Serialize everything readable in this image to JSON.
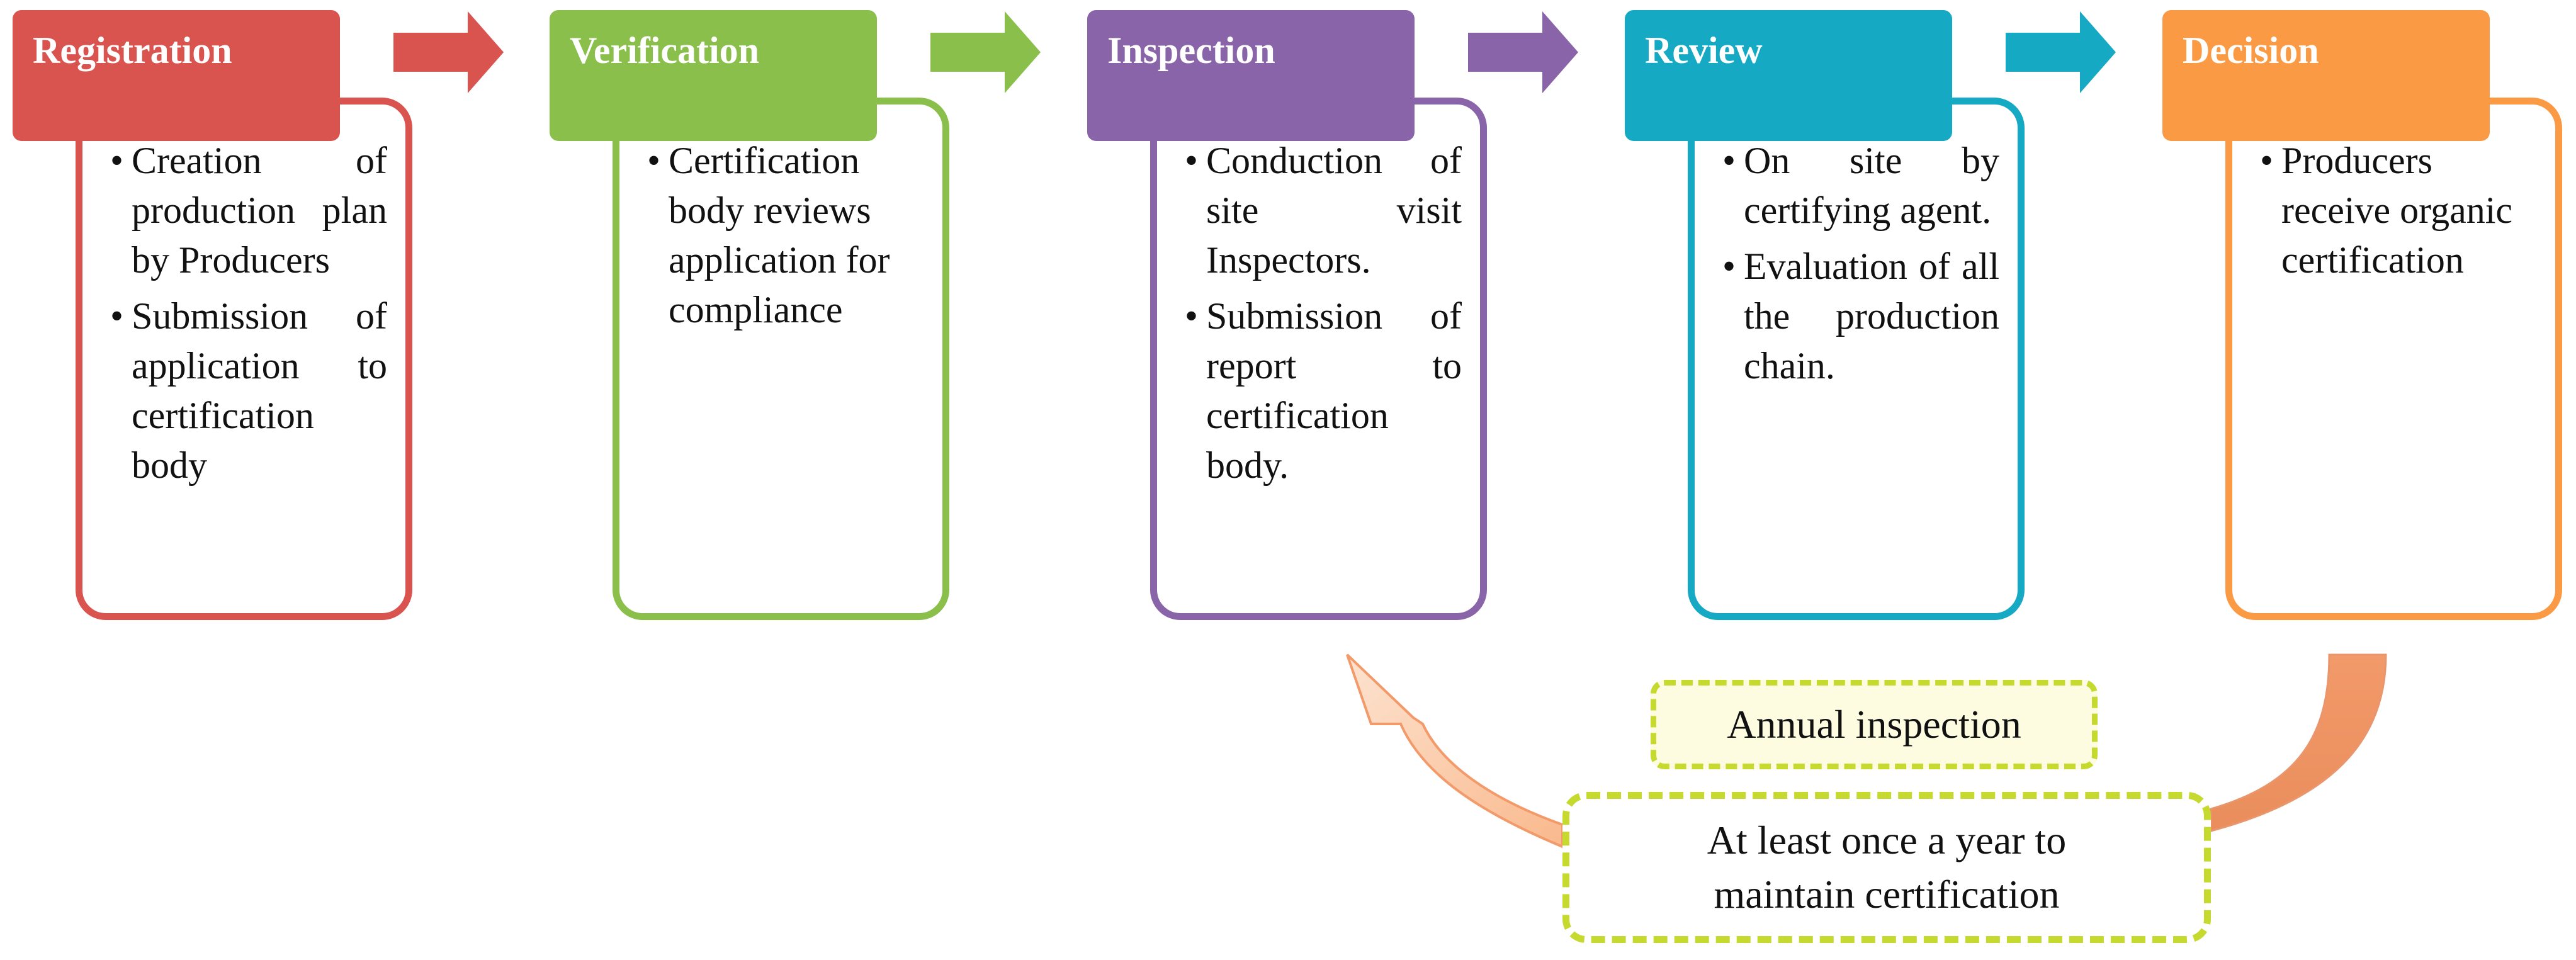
{
  "stages": [
    {
      "header": "Registration",
      "color": "#d9534f",
      "bullets": [
        "Creation of production plan by Producers",
        "Submission of application to certification body"
      ]
    },
    {
      "header": "Verification",
      "color": "#8bbf4b",
      "bullets": [
        "Certification body reviews application for compliance"
      ]
    },
    {
      "header": "Inspection",
      "color": "#8964a8",
      "bullets": [
        "Conduction of site visit Inspectors.",
        "Submission of report to certification body."
      ]
    },
    {
      "header": "Review",
      "color": "#15a9c4",
      "bullets": [
        "On site by certifying agent.",
        "Evaluation of all the production chain."
      ]
    },
    {
      "header": "Decision",
      "color": "#fb9a44",
      "bullets": [
        "Producers receive organic certification"
      ]
    }
  ],
  "bullet_symbol": "•",
  "annual": {
    "label": "Annual inspection",
    "note_line1": "At least once a year to",
    "note_line2": "maintain certification"
  },
  "colors": {
    "annual_border": "#c6d92e",
    "loop_arrow_light": "#fcc9a8",
    "loop_arrow_dark": "#e9966c"
  }
}
